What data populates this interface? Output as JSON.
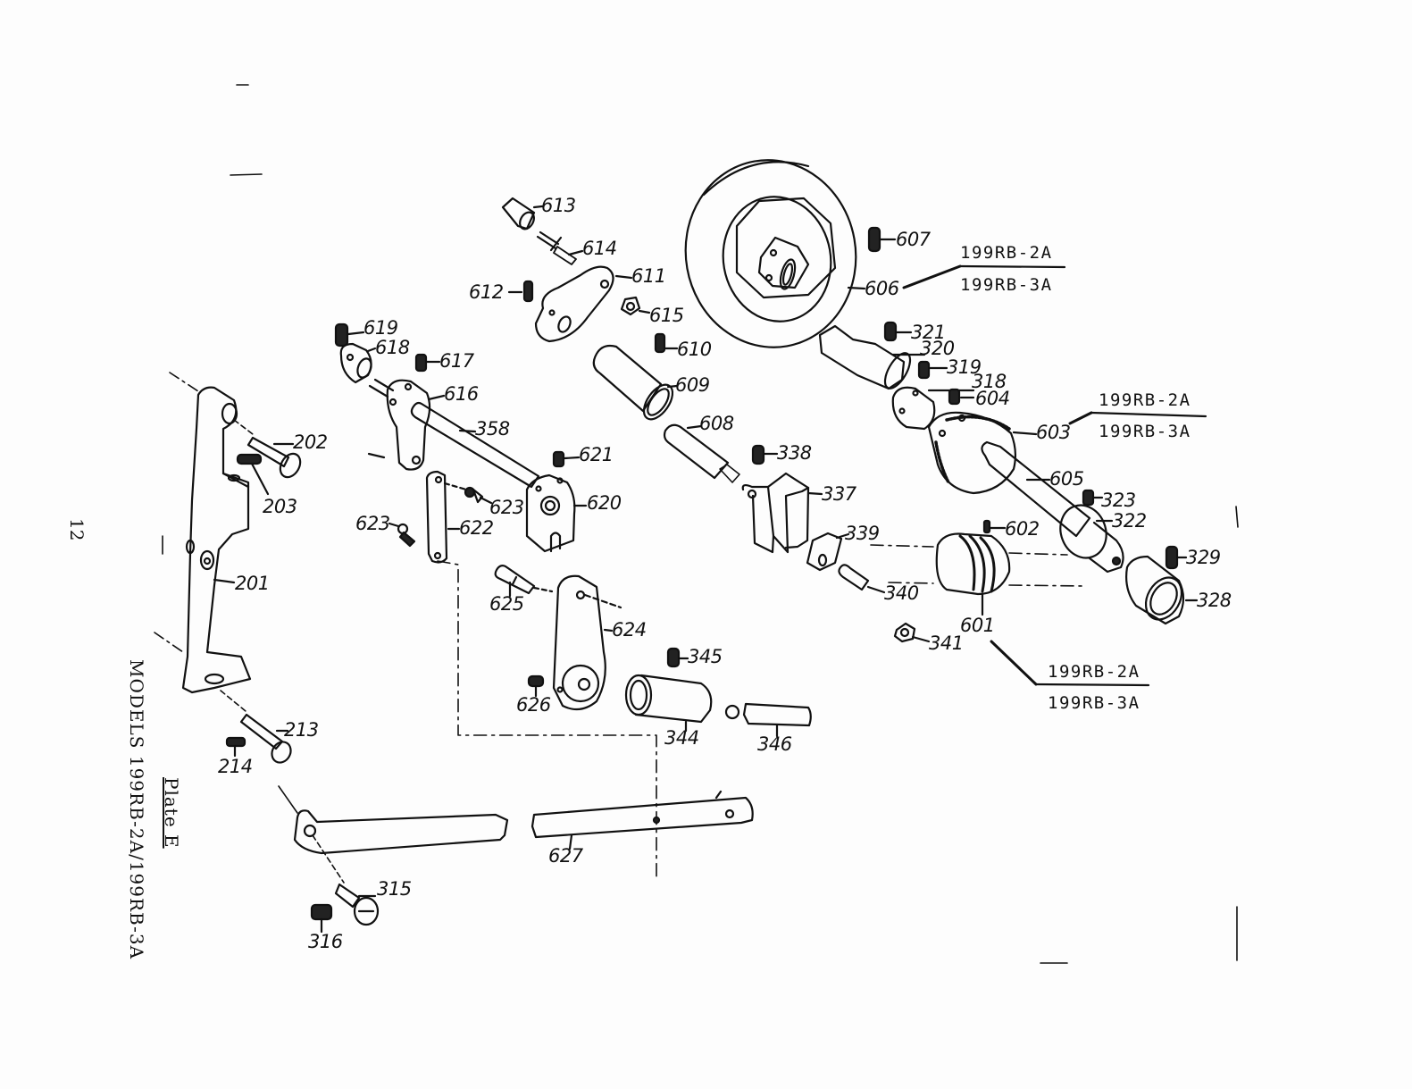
{
  "page": {
    "number": "12",
    "plate_title": "Plate E",
    "models_line": "MODELS   199RB-2A/199RB-3A"
  },
  "model_callouts": [
    {
      "top": "199RB-2A",
      "bottom": "199RB-3A",
      "ref_part": "606"
    },
    {
      "top": "199RB-2A",
      "bottom": "199RB-3A",
      "ref_part": "603"
    },
    {
      "top": "199RB-2A",
      "bottom": "199RB-3A",
      "ref_part": "601"
    }
  ],
  "parts": {
    "p613": "613",
    "p614": "614",
    "p611": "611",
    "p612": "612",
    "p615": "615",
    "p610": "610",
    "p609": "609",
    "p608": "608",
    "p607": "607",
    "p606": "606",
    "p619": "619",
    "p618": "618",
    "p617": "617",
    "p616": "616",
    "p358": "358",
    "p621": "621",
    "p620": "620",
    "p623a": "623",
    "p623b": "623",
    "p622": "622",
    "p625": "625",
    "p624": "624",
    "p626": "626",
    "p345": "345",
    "p344": "344",
    "p346": "346",
    "p338": "338",
    "p337": "337",
    "p339": "339",
    "p340": "340",
    "p341": "341",
    "p601": "601",
    "p602": "602",
    "p321": "321",
    "p320": "320",
    "p319": "319",
    "p318": "318",
    "p604": "604",
    "p603": "603",
    "p605": "605",
    "p323": "323",
    "p322": "322",
    "p329": "329",
    "p328": "328",
    "p202": "202",
    "p203": "203",
    "p201": "201",
    "p213": "213",
    "p214": "214",
    "p627": "627",
    "p315": "315",
    "p316": "316"
  }
}
